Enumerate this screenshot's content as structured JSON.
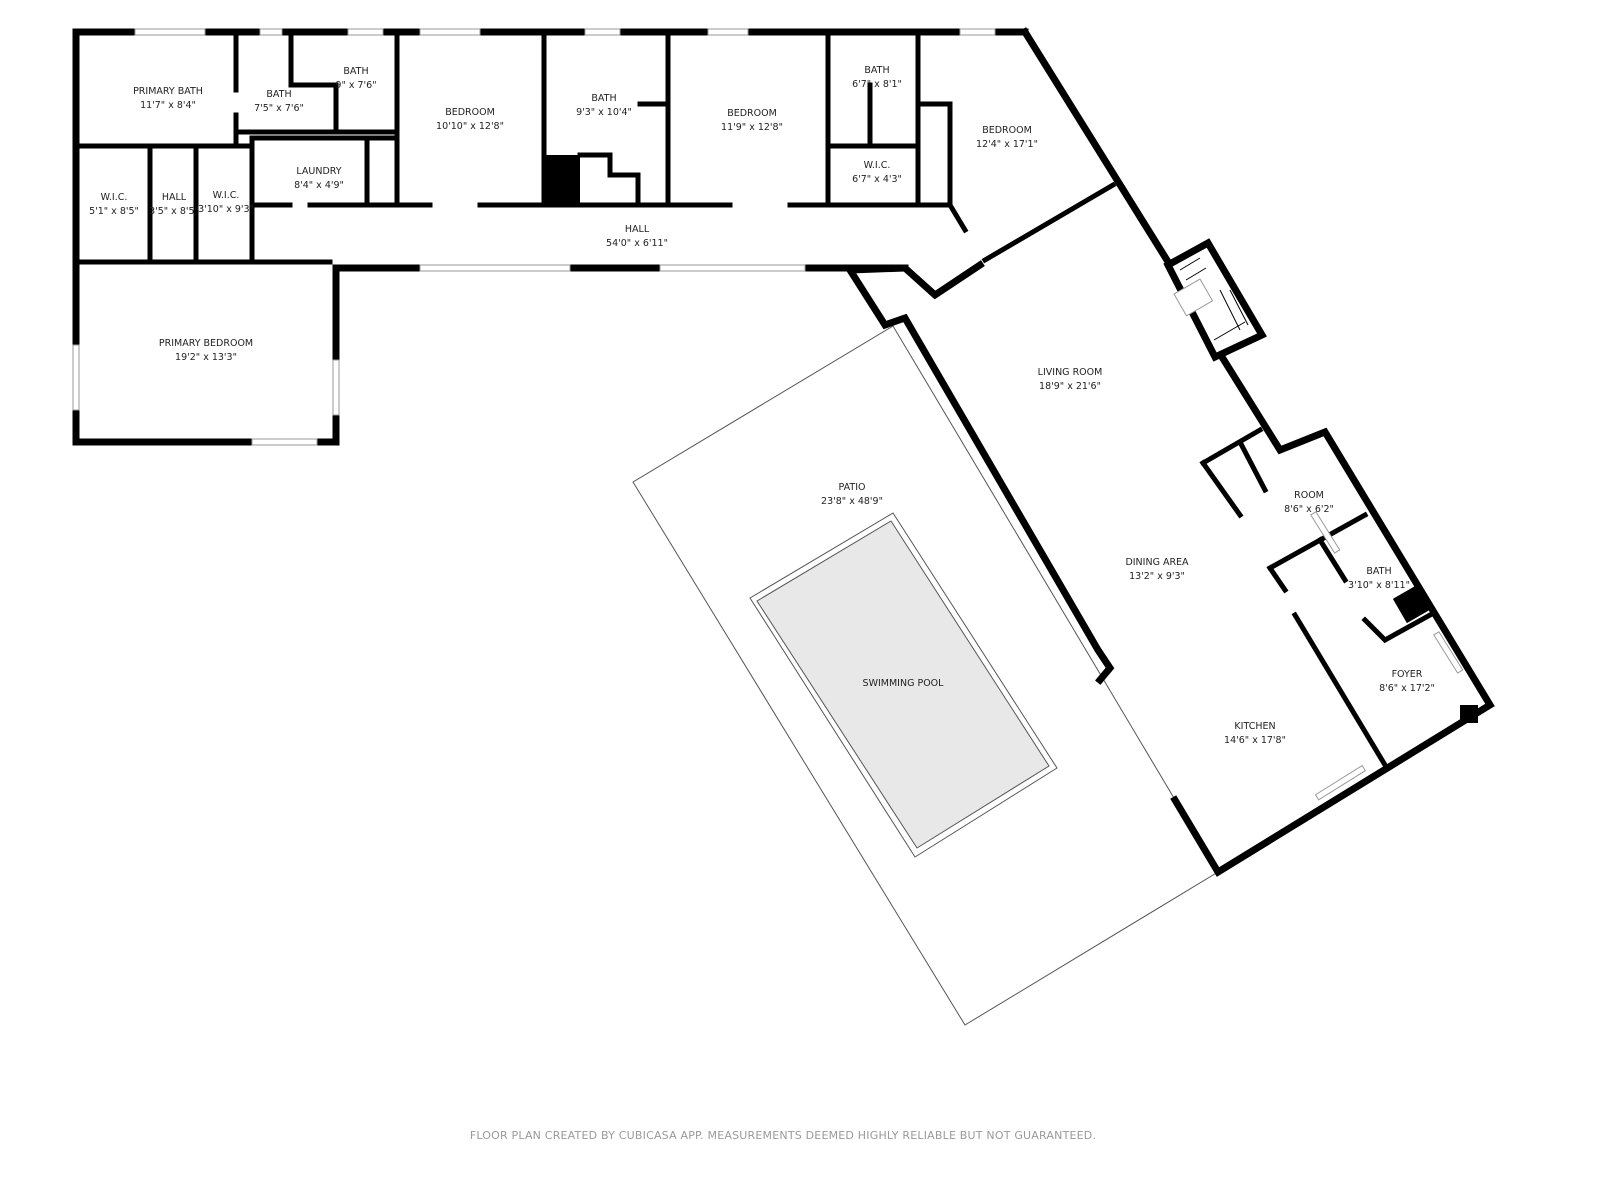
{
  "rooms": {
    "primary_bath": {
      "name": "PRIMARY BATH",
      "size": "11'7\" x 8'4\""
    },
    "bath_1": {
      "name": "BATH",
      "size": "7'5\" x 7'6\""
    },
    "bath_2": {
      "name": "BATH",
      "size": "9\" x 7'6\""
    },
    "bedroom_1": {
      "name": "BEDROOM",
      "size": "10'10\" x 12'8\""
    },
    "bath_3": {
      "name": "BATH",
      "size": "9'3\" x 10'4\""
    },
    "bedroom_2": {
      "name": "BEDROOM",
      "size": "11'9\" x 12'8\""
    },
    "bath_4": {
      "name": "BATH",
      "size": "6'7\" x 8'1\""
    },
    "wic_3": {
      "name": "W.I.C.",
      "size": "6'7\" x 4'3\""
    },
    "bedroom_3": {
      "name": "BEDROOM",
      "size": "12'4\" x 17'1\""
    },
    "laundry": {
      "name": "LAUNDRY",
      "size": "8'4\" x 4'9\""
    },
    "wic_1": {
      "name": "W.I.C.",
      "size": "5'1\" x 8'5\""
    },
    "hall_1": {
      "name": "HALL",
      "size": "3'5\" x 8'5\""
    },
    "wic_2": {
      "name": "W.I.C.",
      "size": "3'10\" x 9'3\""
    },
    "hall_2": {
      "name": "HALL",
      "size": "54'0\" x 6'11\""
    },
    "primary_bedroom": {
      "name": "PRIMARY BEDROOM",
      "size": "19'2\" x 13'3\""
    },
    "living_room": {
      "name": "LIVING ROOM",
      "size": "18'9\" x 21'6\""
    },
    "patio": {
      "name": "PATIO",
      "size": "23'8\" x 48'9\""
    },
    "room": {
      "name": "ROOM",
      "size": "8'6\" x 6'2\""
    },
    "dining_area": {
      "name": "DINING AREA",
      "size": "13'2\" x 9'3\""
    },
    "bath_5": {
      "name": "BATH",
      "size": "3'10\" x 8'11\""
    },
    "swimming_pool": {
      "name": "SWIMMING POOL"
    },
    "foyer": {
      "name": "FOYER",
      "size": "8'6\" x 17'2\""
    },
    "kitchen": {
      "name": "KITCHEN",
      "size": "14'6\" x 17'8\""
    }
  },
  "footer": "FLOOR PLAN CREATED BY CUBICASA APP. MEASUREMENTS DEEMED HIGHLY RELIABLE BUT NOT GUARANTEED.",
  "colors": {
    "wall": "#000000",
    "pool": "#e8e8e8",
    "footer": "#9a9a9a"
  }
}
